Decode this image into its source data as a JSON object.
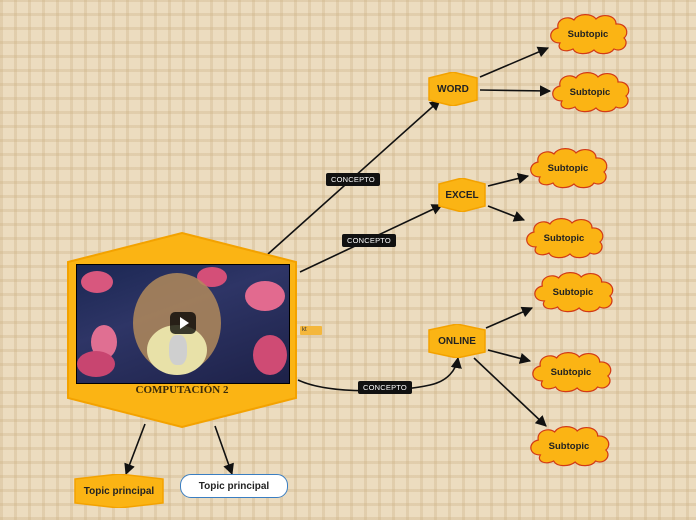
{
  "main_topic": {
    "title": "COMPUTACIÓN 2"
  },
  "concept_labels": [
    "CONCEPTO",
    "CONCEPTO",
    "CONCEPTO"
  ],
  "main_ideas": [
    {
      "label": "WORD",
      "subtopics": [
        "Subtopic",
        "Subtopic"
      ]
    },
    {
      "label": "EXCEL",
      "subtopics": [
        "Subtopic",
        "Subtopic"
      ]
    },
    {
      "label": "ONLINE",
      "subtopics": [
        "Subtopic",
        "Subtopic",
        "Subtopic"
      ]
    }
  ],
  "bottom_topics": [
    "Topic principal",
    "Topic principal"
  ],
  "icon_badge": "kt",
  "colors": {
    "background": "#ecdcbf",
    "hex_fill": "#fbb414",
    "hex_stroke": "#f3a200",
    "cloud_fill": "#fbb414",
    "cloud_stroke": "#d23a16",
    "edge": "#111111",
    "tag_bg": "#111111",
    "white_topic_border": "#3a7ec2"
  }
}
